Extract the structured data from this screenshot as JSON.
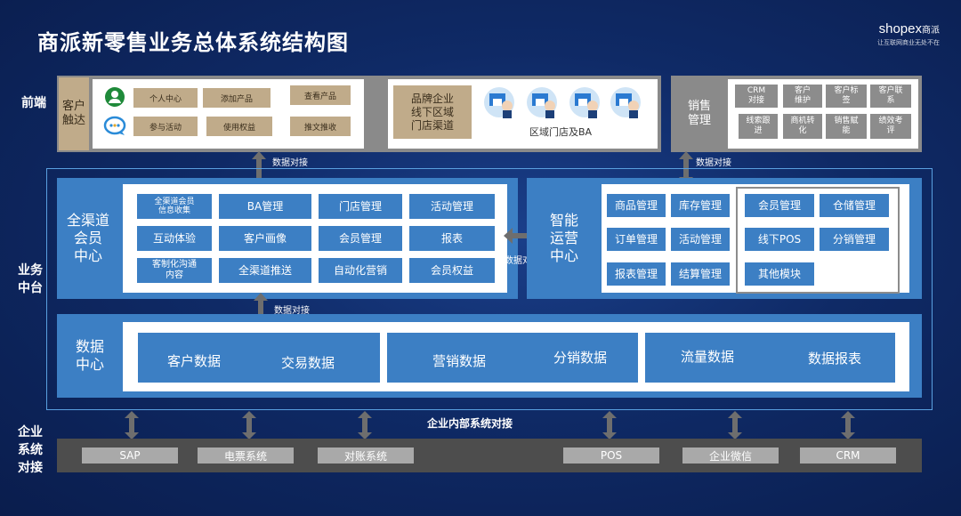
{
  "header": {
    "title": "商派新零售业务总体系统结构图",
    "brand": "shopex",
    "brand_suffix": "商派",
    "slogan": "让互联网商业无处不在"
  },
  "labels": {
    "front": "前端",
    "middle": "业务\n中台",
    "enterprise": "企业\n系统\n对接"
  },
  "front": {
    "customer_touch": "客户\n触达",
    "buttons_row1": [
      "个人中心",
      "添加产品",
      "查看产品"
    ],
    "buttons_row2": [
      "参与活动",
      "使用权益",
      "推文推收"
    ],
    "brand_channel": "品牌企业\n线下区域\n门店渠道",
    "stores_caption": "区域门店及BA",
    "sales_mgmt": "销售\n管理",
    "sales_items": [
      "CRM\n对接",
      "客户\n维护",
      "客户标\n签",
      "客户联\n系",
      "线索跟\n进",
      "商机转\n化",
      "销售赋\n能",
      "绩效考\n评"
    ]
  },
  "links": {
    "data_link": "数据对接",
    "data_link_mid": "数据对接",
    "enterprise_link": "企业内部系统对接"
  },
  "member_center": {
    "title": "全渠道\n会员\n中心",
    "items": [
      "全渠道会员\n信息收集",
      "BA管理",
      "门店管理",
      "活动管理",
      "互动体验",
      "客户画像",
      "会员管理",
      "报表",
      "客制化沟通\n内容",
      "全渠道推送",
      "自动化营销",
      "会员权益"
    ]
  },
  "ops_center": {
    "title": "智能\n运营\n中心",
    "left_items": [
      "商品管理",
      "库存管理",
      "订单管理",
      "活动管理",
      "报表管理",
      "结算管理"
    ],
    "right_items": [
      "会员管理",
      "仓储管理",
      "线下POS",
      "分销管理",
      "其他模块"
    ]
  },
  "data_center": {
    "title": "数据\n中心",
    "groups": [
      [
        "客户数据",
        "交易数据"
      ],
      [
        "营销数据",
        "分销数据"
      ],
      [
        "流量数据",
        "数据报表"
      ]
    ]
  },
  "enterprise": {
    "systems": [
      "SAP",
      "电票系统",
      "对账系统",
      "POS",
      "企业微信",
      "CRM"
    ]
  }
}
